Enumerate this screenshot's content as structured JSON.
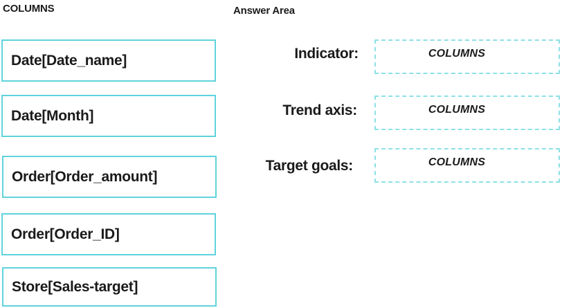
{
  "columns_heading": "COLUMNS",
  "answer_heading": "Answer Area",
  "columns": [
    {
      "label": "Date[Date_name]"
    },
    {
      "label": "Date[Month]"
    },
    {
      "label": "Order[Order_amount]"
    },
    {
      "label": "Order[Order_ID]"
    },
    {
      "label": "Store[Sales-target]"
    }
  ],
  "answer_rows": [
    {
      "label": "Indicator:",
      "placeholder": "COLUMNS"
    },
    {
      "label": "Trend axis:",
      "placeholder": "COLUMNS"
    },
    {
      "label": "Target goals:",
      "placeholder": "COLUMNS"
    }
  ],
  "colors": {
    "source_border": "#5fd3dc",
    "target_border": "#8ee0e6",
    "text": "#1a1a1a",
    "background": "#ffffff"
  }
}
